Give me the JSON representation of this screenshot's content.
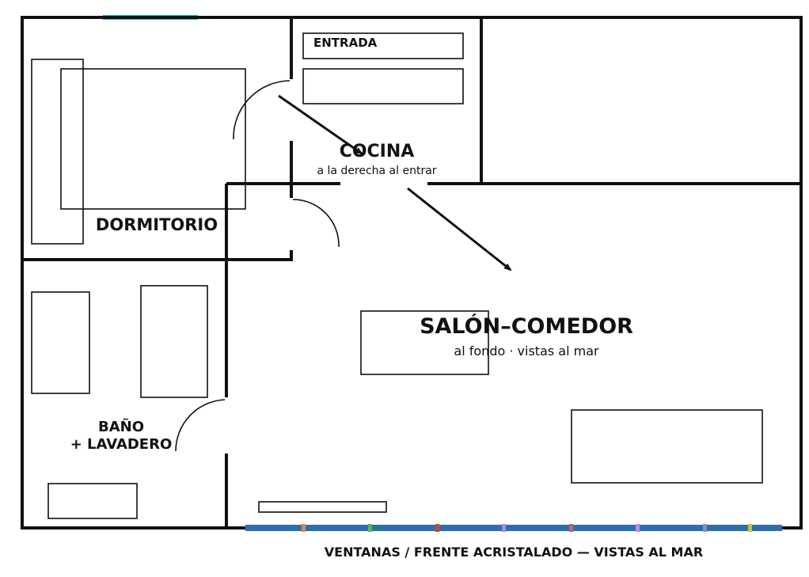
{
  "rooms": {
    "entrance": {
      "label": "ENTRADA"
    },
    "kitchen": {
      "label": "COCINA",
      "note": "a la derecha al entrar"
    },
    "bedroom": {
      "label": "DORMITORIO"
    },
    "living": {
      "label": "SALÓN–COMEDOR",
      "note": "al fondo · vistas al mar"
    },
    "bathroom": {
      "label_line1": "BAÑO",
      "label_line2": "+ LAVADERO"
    }
  },
  "windows": {
    "label": "VENTANAS / FRENTE ACRISTALADO — VISTAS AL MAR"
  },
  "colors": {
    "walls": "#111111",
    "window_strip": "#2e6fa8",
    "top_accent": "#29b6c8",
    "window_markers": [
      "#d98a4a",
      "#59b35a",
      "#c9453c",
      "#a98bd6",
      "#b46a6a",
      "#c08fd9",
      "#8b8fb0",
      "#c4c44a"
    ]
  }
}
